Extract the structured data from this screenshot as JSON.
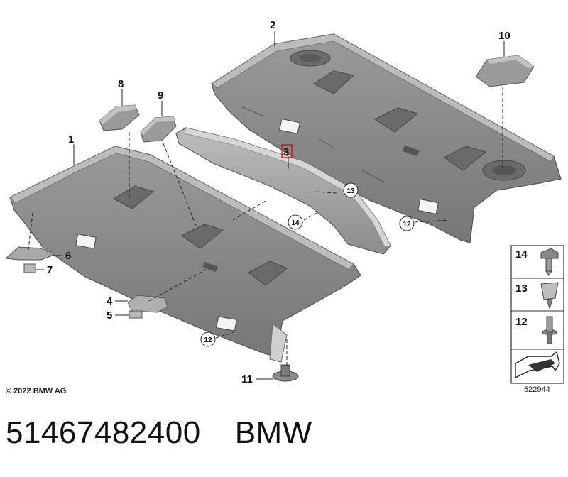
{
  "callouts": {
    "c1": "1",
    "c2": "2",
    "c3": "3",
    "c4": "4",
    "c5": "5",
    "c6": "6",
    "c7": "7",
    "c8": "8",
    "c9": "9",
    "c10": "10",
    "c11": "11"
  },
  "circle_labels": {
    "c13": "13",
    "c14": "14",
    "c12a": "12",
    "c12b": "12"
  },
  "legend": {
    "items": [
      "14",
      "13",
      "12"
    ]
  },
  "copyright": "© 2022 BMW AG",
  "diagram_number": "522944",
  "caption": {
    "part_number": "51467482400",
    "brand": "BMW"
  },
  "colors": {
    "panel": "#8a8a8a",
    "panel_dark": "#6d6d6d",
    "panel_light": "#b4b4b4",
    "highlight_box": "#e0001b"
  }
}
